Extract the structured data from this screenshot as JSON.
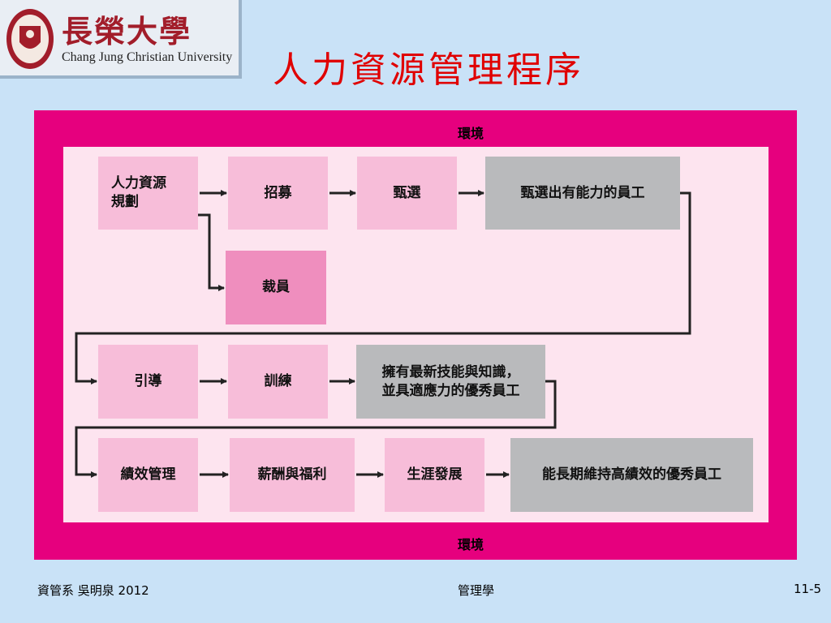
{
  "header": {
    "logo_cn": "長榮大學",
    "logo_en": "Chang Jung Christian University",
    "title": "人力資源管理程序"
  },
  "diagram": {
    "environment_top": "環境",
    "environment_bottom": "環境",
    "boxes": {
      "plan": "人力資源\n規劃",
      "recruit": "招募",
      "select": "甄選",
      "selected": "甄選出有能力的員工",
      "layoff": "裁員",
      "orient": "引導",
      "train": "訓練",
      "skilled": "擁有最新技能與知識，\n並具適應力的優秀員工",
      "perf": "績效管理",
      "comp": "薪酬與福利",
      "career": "生涯發展",
      "sustain": "能長期維持高績效的優秀員工"
    }
  },
  "footer": {
    "left": "資管系 吳明泉 2012",
    "center": "管理學",
    "right": "11-5"
  },
  "colors": {
    "frame": "#e6007e",
    "inner": "#fde4ef",
    "box_pink": "#f7bdd9",
    "box_deep": "#ef8ebe",
    "box_gray": "#b9babc",
    "title": "#e00000"
  }
}
